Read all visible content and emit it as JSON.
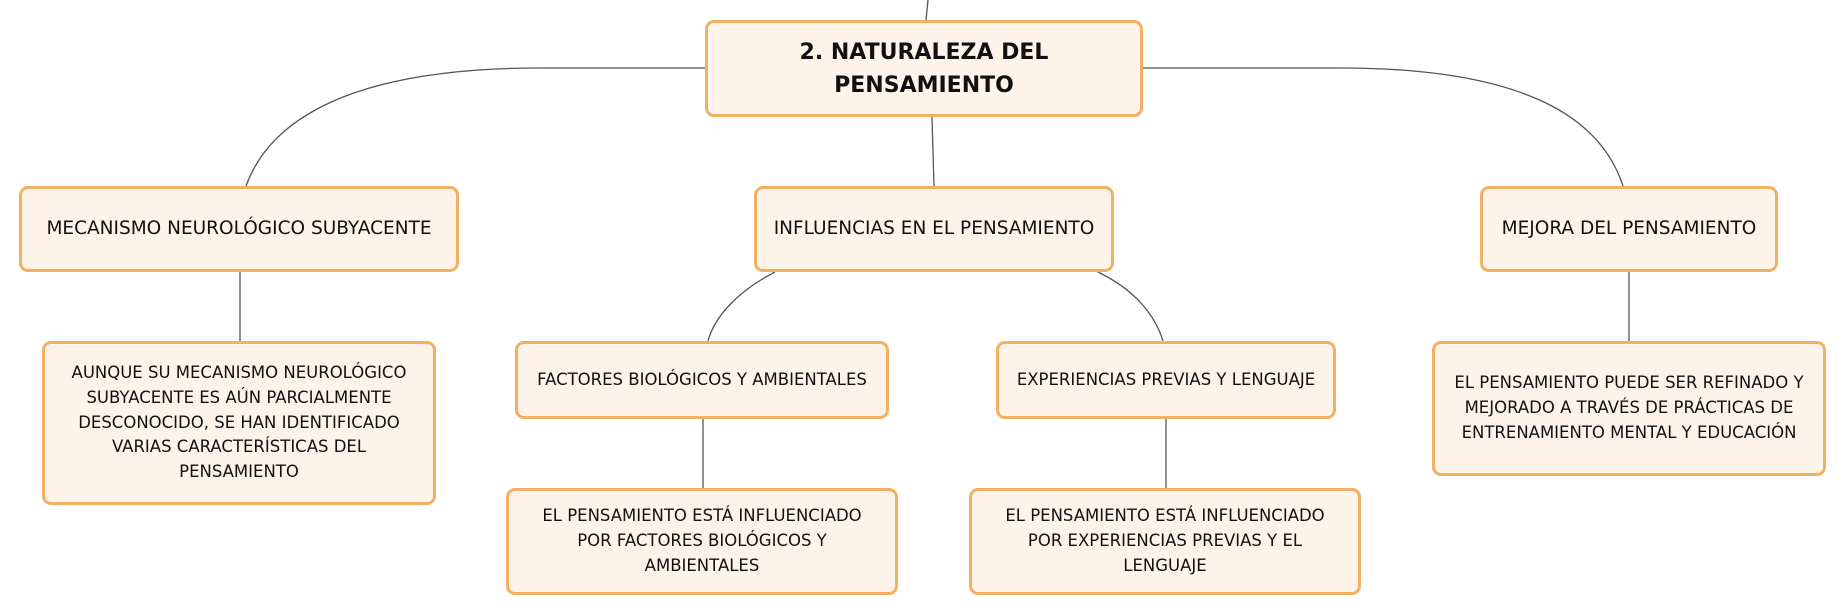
{
  "colors": {
    "node_fill": "#fdf3e9",
    "node_border": "#f4b062",
    "edge": "#555555"
  },
  "root": {
    "label": "2. NATURALEZA DEL PENSAMIENTO"
  },
  "branches": {
    "mecanismo": {
      "label": "MECANISMO NEUROLÓGICO SUBYACENTE",
      "detail": "AUNQUE SU MECANISMO NEUROLÓGICO SUBYACENTE ES AÚN PARCIALMENTE DESCONOCIDO, SE HAN IDENTIFICADO VARIAS CARACTERÍSTICAS DEL PENSAMIENTO"
    },
    "influencias": {
      "label": "INFLUENCIAS EN EL PENSAMIENTO",
      "factores": {
        "label": "FACTORES BIOLÓGICOS Y AMBIENTALES",
        "detail": "EL PENSAMIENTO ESTÁ INFLUENCIADO POR FACTORES BIOLÓGICOS Y AMBIENTALES"
      },
      "experiencias": {
        "label": "EXPERIENCIAS PREVIAS Y LENGUAJE",
        "detail": "EL PENSAMIENTO ESTÁ INFLUENCIADO POR EXPERIENCIAS PREVIAS Y EL LENGUAJE"
      }
    },
    "mejora": {
      "label": "MEJORA DEL PENSAMIENTO",
      "detail": "EL PENSAMIENTO PUEDE SER REFINADO Y MEJORADO A TRAVÉS DE PRÁCTICAS DE ENTRENAMIENTO MENTAL Y EDUCACIÓN"
    }
  }
}
